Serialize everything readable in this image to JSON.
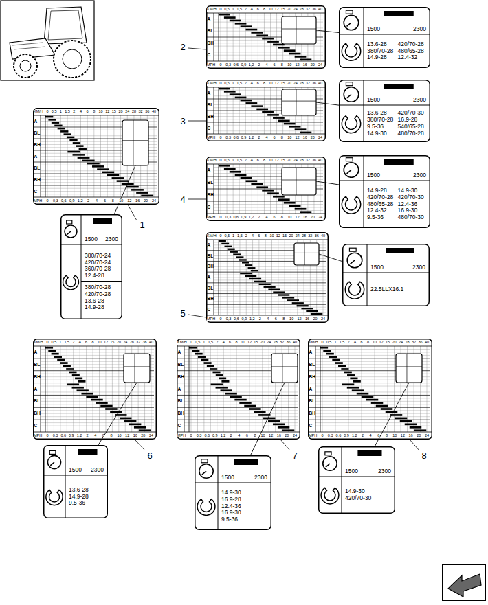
{
  "diagram": {
    "nodes": [
      {
        "text": [
          "KM/H",
          "0",
          "0,5",
          "1",
          "1,5",
          "2",
          "4",
          "6",
          "8",
          "10",
          "12",
          "15",
          "20",
          "24",
          "28",
          "32",
          "36",
          "40",
          "MPH",
          "0",
          "0,3",
          "0,6",
          "0,9",
          "1,2",
          "2",
          "4",
          "6",
          "8",
          "10",
          "12",
          "16",
          "20",
          "24",
          "A",
          "BL",
          "BH",
          "C"
        ]
      },
      {
        "text": [
          "1500",
          "2300",
          "13.6-28",
          "420/70-28",
          "380/70-28",
          "480/65-28",
          "14.9-28",
          "12.4-32"
        ]
      },
      {
        "text": [
          "KM/H",
          "0",
          "0,5",
          "1",
          "1,5",
          "2",
          "4",
          "6",
          "8",
          "10",
          "12",
          "15",
          "20",
          "24",
          "28",
          "32",
          "36",
          "40",
          "MPH",
          "0",
          "0,3",
          "0,6",
          "0,9",
          "1,2",
          "2",
          "4",
          "6",
          "8",
          "10",
          "12",
          "16",
          "20",
          "24",
          "A",
          "BL",
          "BH",
          "C"
        ]
      },
      {
        "text": [
          "1500",
          "2300",
          "13.6-28",
          "420/70-30",
          "380/70-28",
          "16.9-28",
          "9.5-36",
          "540/65-28",
          "14.9-30",
          "480/70-28"
        ]
      },
      {
        "text": [
          "KM/H",
          "0",
          "0,5",
          "1",
          "1,5",
          "2",
          "4",
          "6",
          "8",
          "10",
          "12",
          "15",
          "20",
          "24",
          "28",
          "32",
          "36",
          "40",
          "MPH",
          "0",
          "0,3",
          "0,6",
          "0,9",
          "1,2",
          "2",
          "4",
          "6",
          "8",
          "10",
          "12",
          "16",
          "20",
          "24",
          "A",
          "BL",
          "BH",
          "C"
        ]
      },
      {
        "text": [
          "1500",
          "2300",
          "14.9-28",
          "14.9-30",
          "420/70-28",
          "420/70-30",
          "480/65-28",
          "12.4-36",
          "12.4-32",
          "16.9-30",
          "9.5-36",
          "480/70-30"
        ]
      },
      {
        "text": [
          "KM/H",
          "0",
          "0,5",
          "1",
          "1,5",
          "2",
          "4",
          "6",
          "8",
          "10",
          "12",
          "15",
          "20",
          "24",
          "28",
          "32",
          "36",
          "40",
          "MPH",
          "0",
          "0,3",
          "0,6",
          "0,9",
          "1,2",
          "2",
          "4",
          "6",
          "8",
          "10",
          "12",
          "16",
          "20",
          "24",
          "A",
          "BL",
          "BH",
          "A",
          "BL",
          "BH",
          "C"
        ]
      },
      {
        "text": [
          "1500",
          "2300",
          "380/70-24",
          "420/70-24",
          "360/70-28",
          "12.4-28",
          "380/70-28",
          "420/70-28",
          "13.6-28",
          "14.9-28"
        ]
      },
      {
        "text": [
          "KM/H",
          "0",
          "0,5",
          "1",
          "1,5",
          "2",
          "4",
          "6",
          "8",
          "10",
          "12",
          "15",
          "20",
          "24",
          "28",
          "32",
          "36",
          "40",
          "MPH",
          "0",
          "0,3",
          "0,6",
          "0,9",
          "1,2",
          "2",
          "4",
          "6",
          "8",
          "10",
          "12",
          "16",
          "20",
          "24",
          "A",
          "BL",
          "BH",
          "A",
          "BL",
          "BH",
          "C"
        ]
      },
      {
        "text": [
          "1500",
          "2300",
          "22.5LLX16.1"
        ]
      },
      {
        "text": [
          "KM/H",
          "0",
          "0,5",
          "1",
          "1,5",
          "2",
          "4",
          "6",
          "8",
          "10",
          "12",
          "15",
          "20",
          "24",
          "28",
          "32",
          "36",
          "40",
          "MPH",
          "0",
          "0,3",
          "0,6",
          "0,9",
          "1,2",
          "2",
          "4",
          "6",
          "8",
          "10",
          "12",
          "16",
          "20",
          "24",
          "A",
          "BL",
          "BH",
          "A",
          "BL",
          "BH",
          "C"
        ]
      },
      {
        "text": [
          "1500",
          "2300",
          "13.6-28",
          "14.9-28",
          "9.5-36"
        ]
      },
      {
        "text": [
          "KM/H",
          "0",
          "0,5",
          "1",
          "1,5",
          "2",
          "4",
          "6",
          "8",
          "10",
          "12",
          "15",
          "20",
          "24",
          "28",
          "32",
          "36",
          "40",
          "MPH",
          "0",
          "0,3",
          "0,6",
          "0,9",
          "1,2",
          "2",
          "4",
          "6",
          "8",
          "10",
          "12",
          "16",
          "20",
          "24",
          "A",
          "BL",
          "BH",
          "A",
          "BL",
          "BH",
          "C"
        ]
      },
      {
        "text": [
          "1500",
          "2300",
          "14.9-30",
          "16.9-28",
          "12.4-36",
          "16.9-30",
          "9.5-36"
        ]
      },
      {
        "text": [
          "KM/H",
          "0",
          "0,5",
          "1",
          "1,5",
          "2",
          "4",
          "6",
          "8",
          "10",
          "12",
          "15",
          "20",
          "24",
          "28",
          "32",
          "36",
          "40",
          "MPH",
          "0",
          "0,3",
          "0,6",
          "0,9",
          "1,2",
          "2",
          "4",
          "6",
          "8",
          "10",
          "12",
          "16",
          "20",
          "24",
          "A",
          "BL",
          "BH",
          "A",
          "BL",
          "BH",
          "C"
        ]
      },
      {
        "text": [
          "1500",
          "2300",
          "14.9-30",
          "420/70-30"
        ]
      }
    ],
    "edges": [
      {
        "from": 0,
        "to": 1,
        "arrow": "none"
      },
      {
        "from": 2,
        "to": 3,
        "arrow": "none"
      },
      {
        "from": 4,
        "to": 5,
        "arrow": "none"
      },
      {
        "from": 6,
        "to": 7,
        "arrow": "none"
      },
      {
        "from": 8,
        "to": 9,
        "arrow": "none"
      },
      {
        "from": 10,
        "to": 11,
        "arrow": "none"
      },
      {
        "from": 12,
        "to": 13,
        "arrow": "none"
      },
      {
        "from": 14,
        "to": 15,
        "arrow": "none"
      }
    ],
    "labels": [
      "2",
      "3",
      "4",
      "1",
      "5",
      "6",
      "7",
      "8"
    ]
  }
}
